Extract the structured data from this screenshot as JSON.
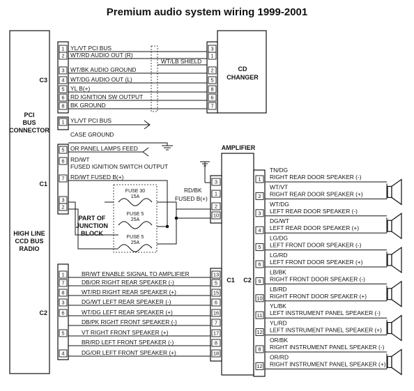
{
  "title": "Premium audio system wiring 1999-2001",
  "radio": {
    "title_lines": [
      "PCI",
      "BUS",
      "CONNECTOR"
    ],
    "bottom_lines": [
      "HIGH LINE",
      "CCD BUS",
      "RADIO"
    ],
    "connectors": [
      "C3",
      "C1",
      "C2"
    ]
  },
  "cd_changer": {
    "title_lines": [
      "CD",
      "CHANGER"
    ],
    "shield_label": "WT/LB SHIELD"
  },
  "amplifier": {
    "title": "AMPLIFIER",
    "connectors": [
      "C1",
      "C2"
    ]
  },
  "junction": {
    "title_lines": [
      "PART OF",
      "JUNCTION",
      "BLOCK"
    ]
  },
  "fuses": [
    {
      "name": "FUSE 30",
      "rating": "15A"
    },
    {
      "name": "FUSE 5",
      "rating": "25A"
    },
    {
      "name": "FUSE 5",
      "rating": "25A"
    }
  ],
  "c3_wires": [
    {
      "radio_pin": "1",
      "label": "YL/VT PCI BUS",
      "cd_pin": "3"
    },
    {
      "radio_pin": "2",
      "label": "WT/RD AUDIO OUT (R)",
      "cd_pin": "1"
    },
    {
      "radio_pin": "3",
      "label": "WT/BK AUDIO GROUND",
      "cd_pin": "2"
    },
    {
      "radio_pin": "4",
      "label": "WT/DG AUDIO OUT (L)",
      "cd_pin": "5"
    },
    {
      "radio_pin": "5",
      "label": "YL B(+)",
      "cd_pin": "8"
    },
    {
      "radio_pin": "6",
      "label": "RD IGNITION SW OUTPUT",
      "cd_pin": "6"
    },
    {
      "radio_pin": "8",
      "label": "BK GROUND",
      "cd_pin": "7"
    }
  ],
  "c3_extra": [
    {
      "radio_pin": "1",
      "label": "YL/VT PCI BUS"
    },
    {
      "radio_pin": "",
      "label": "CASE GROUND"
    }
  ],
  "c1_wires": [
    {
      "radio_pin": "5",
      "label": "OR PANEL LAMPS FEED"
    },
    {
      "radio_pin": "6",
      "label": "RD/WT"
    },
    {
      "radio_pin": "",
      "label": "FUSED IGNITION SWITCH OUTPUT"
    },
    {
      "radio_pin": "7",
      "label": "RD/WT FUSED B(+)"
    },
    {
      "radio_pin": "3",
      "label": ""
    },
    {
      "radio_pin": "2",
      "label": ""
    }
  ],
  "amp_c1_upper": {
    "pins": [
      "3",
      "1",
      "2",
      "10"
    ],
    "labels": [
      "RD/BK",
      "FUSED B(+)"
    ]
  },
  "c2_wires": [
    {
      "radio_pin": "1",
      "label": "BR/WT ENABLE SIGNAL TO AMPLIFIER",
      "amp_pin": "13"
    },
    {
      "radio_pin": "7",
      "label": "DB/OR RIGHT REAR SPEAKER (-)",
      "amp_pin": "5"
    },
    {
      "radio_pin": "8",
      "label": "WT/RD RIGHT REAR SPEAKER (+)",
      "amp_pin": "15"
    },
    {
      "radio_pin": "3",
      "label": "DG/WT LEFT REAR SPEAKER (-)",
      "amp_pin": "6"
    },
    {
      "radio_pin": "6",
      "label": "WT/DG LEFT REAR SPEAKER (+)",
      "amp_pin": "16"
    },
    {
      "radio_pin": "",
      "label": "DB/PK RIGHT FRONT SPEAKER (-)",
      "amp_pin": "7"
    },
    {
      "radio_pin": "5",
      "label": "VT RIGHT FRONT SPEAKER (+)",
      "amp_pin": "17"
    },
    {
      "radio_pin": "",
      "label": "BR/RD LEFT FRONT SPEAKER (-)",
      "amp_pin": "8"
    },
    {
      "radio_pin": "4",
      "label": "DG/OR LEFT FRONT SPEAKER (+)",
      "amp_pin": "18"
    }
  ],
  "speaker_wires": [
    {
      "color": "TN/DG",
      "desc": "RIGHT REAR DOOR SPEAKER (-)",
      "pin": "1"
    },
    {
      "color": "WT/VT",
      "desc": "RIGHT REAR DOOR SPEAKER (+)",
      "pin": "2"
    },
    {
      "color": "WT/DG",
      "desc": "LEFT REAR DOOR SPEAKER (-)",
      "pin": "3"
    },
    {
      "color": "DG/WT",
      "desc": "LEFT REAR DOOR SPEAKER (+)",
      "pin": "4"
    },
    {
      "color": "LG/DG",
      "desc": "LEFT FRONT DOOR SPEAKER (-)",
      "pin": "5"
    },
    {
      "color": "LG/RD",
      "desc": "LEFT FRONT DOOR SPEAKER (+)",
      "pin": "6"
    },
    {
      "color": "LB/BK",
      "desc": "RIGHT FRONT DOOR SPEAKER (-)",
      "pin": "9"
    },
    {
      "color": "LB/RD",
      "desc": "RIGHT FRONT DOOR SPEAKER (+)",
      "pin": "10"
    },
    {
      "color": "YL/BK",
      "desc": "LEFT INSTRUMENT PANEL SPEAKER (-)",
      "pin": "11"
    },
    {
      "color": "YL/RD",
      "desc": "LEFT INSTRUMENT PANEL SPEAKER (+)",
      "pin": "12"
    },
    {
      "color": "OR/BK",
      "desc": "RIGHT INSTRUMENT PANEL SPEAKER (-)",
      "pin": "8"
    },
    {
      "color": "OR/RD",
      "desc": "RIGHT INSTRUMENT PANEL SPEAKER (+)",
      "pin": "12"
    }
  ]
}
